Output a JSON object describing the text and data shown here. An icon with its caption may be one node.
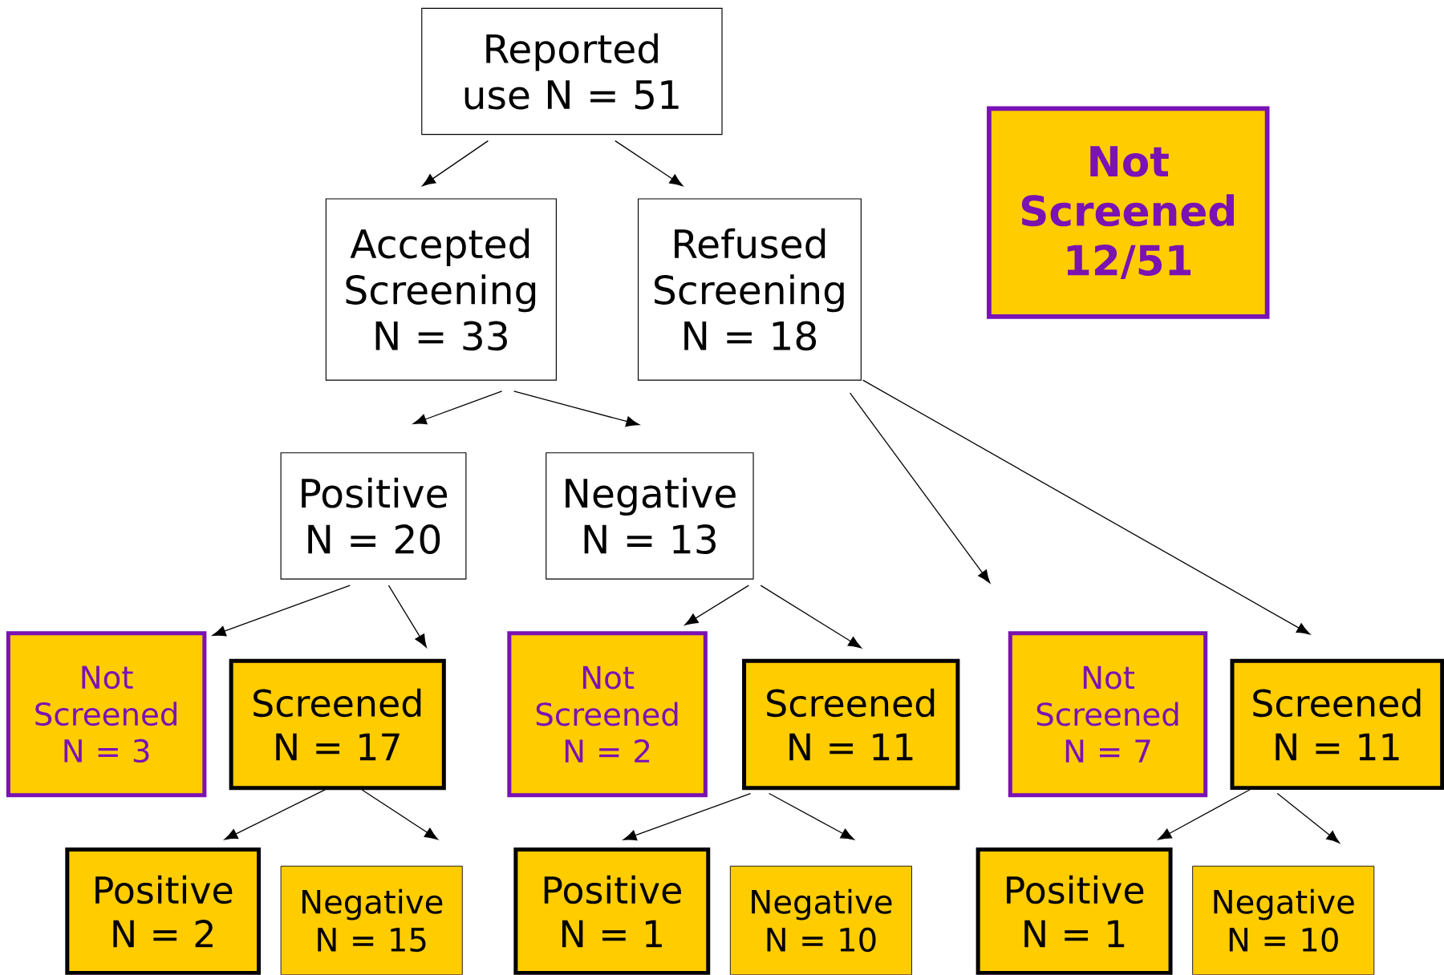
{
  "diagram": {
    "nodes": [
      {
        "text": [
          "Reported use N = 51"
        ]
      },
      {
        "text": [
          "Accepted Screening N = 33"
        ]
      },
      {
        "text": [
          "Refused Screening N = 18"
        ]
      },
      {
        "text": [
          "Not Screened 12/51"
        ]
      },
      {
        "text": [
          "Positive N = 20"
        ]
      },
      {
        "text": [
          "Negative N = 13"
        ]
      },
      {
        "text": [
          "Not Screened N = 3"
        ]
      },
      {
        "text": [
          "Screened N = 17"
        ]
      },
      {
        "text": [
          "Not Screened N = 2"
        ]
      },
      {
        "text": [
          "Screened N = 11"
        ]
      },
      {
        "text": [
          "Not Screened N = 7"
        ]
      },
      {
        "text": [
          "Screened N = 11"
        ]
      },
      {
        "text": [
          "Positive N = 2"
        ]
      },
      {
        "text": [
          "Negative N = 15"
        ]
      },
      {
        "text": [
          "Positive N = 1"
        ]
      },
      {
        "text": [
          "Negative N = 10"
        ]
      },
      {
        "text": [
          "Positive N = 1"
        ]
      },
      {
        "text": [
          "Negative N = 10"
        ]
      }
    ],
    "edges": [
      {
        "from": 0,
        "to": 1,
        "arrow": "to"
      },
      {
        "from": 0,
        "to": 2,
        "arrow": "to"
      },
      {
        "from": 1,
        "to": 4,
        "arrow": "to"
      },
      {
        "from": 1,
        "to": 5,
        "arrow": "to"
      },
      {
        "from": 2,
        "to": 10,
        "arrow": "to"
      },
      {
        "from": 2,
        "to": 11,
        "arrow": "to"
      },
      {
        "from": 4,
        "to": 6,
        "arrow": "to"
      },
      {
        "from": 4,
        "to": 7,
        "arrow": "to"
      },
      {
        "from": 5,
        "to": 8,
        "arrow": "to"
      },
      {
        "from": 5,
        "to": 9,
        "arrow": "to"
      },
      {
        "from": 7,
        "to": 12,
        "arrow": "to"
      },
      {
        "from": 7,
        "to": 13,
        "arrow": "to"
      },
      {
        "from": 9,
        "to": 14,
        "arrow": "to"
      },
      {
        "from": 9,
        "to": 15,
        "arrow": "to"
      },
      {
        "from": 11,
        "to": 16,
        "arrow": "to"
      },
      {
        "from": 11,
        "to": 17,
        "arrow": "to"
      }
    ]
  }
}
